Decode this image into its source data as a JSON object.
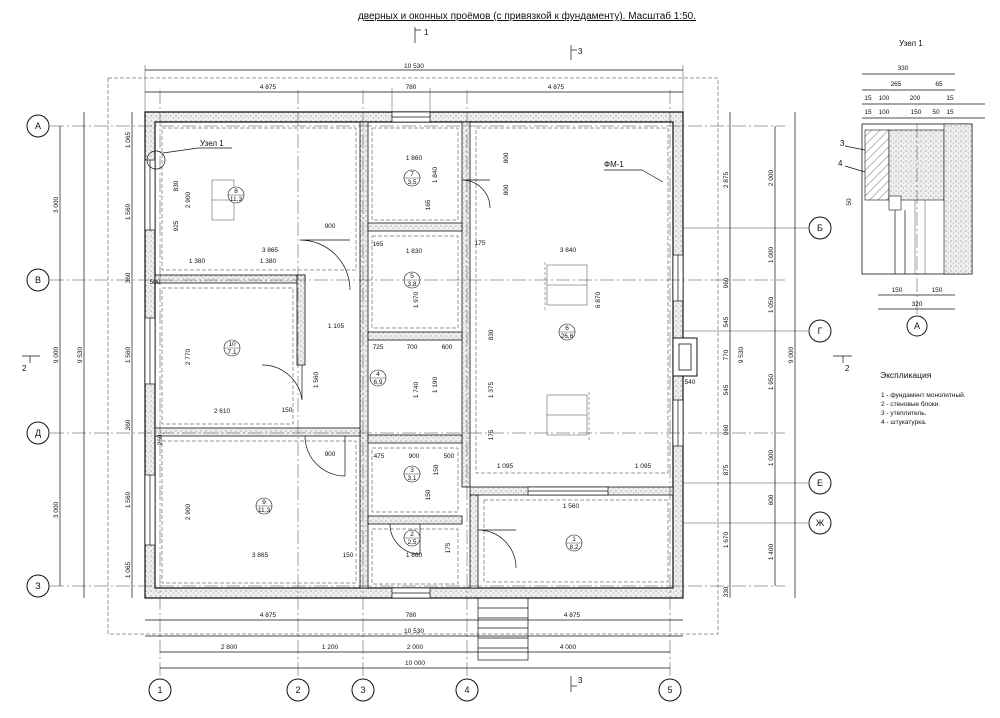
{
  "header": {
    "title": "дверных и оконных проёмов (с привязкой к фундаменту). Масштаб 1:50."
  },
  "section_marks": {
    "s1": "1",
    "s3": "3",
    "s2": "2"
  },
  "axes_letters": [
    "А",
    "В",
    "Д",
    "З",
    "Б",
    "Г",
    "Е",
    "Ж"
  ],
  "axes_numbers": [
    "1",
    "2",
    "3",
    "4",
    "5"
  ],
  "top_dims": {
    "overall": "10 530",
    "left": "4 875",
    "mid": "780",
    "right": "4 875"
  },
  "bottom_dims": {
    "left": "4 875",
    "mid": "780",
    "right": "4 875",
    "overall": "10 530",
    "d1": "2 800",
    "d2": "1 200",
    "d3": "2 000",
    "d4": "4 000",
    "axes_total": "10 000"
  },
  "left_dims": {
    "total": "9 530",
    "axes": "9 000",
    "a": "3 000",
    "b": "3 000",
    "c": "3 000",
    "s1": "1 065",
    "s2": "1 560",
    "s3": "360",
    "s4": "1 560",
    "s5": "360",
    "s6": "1 560",
    "s7": "1 065"
  },
  "right_dims": {
    "total": "9 530",
    "axes": "9 000",
    "r1": "2 875",
    "r2": "2 000",
    "r3": "1 000",
    "r4": "1 050",
    "r5": "1 950",
    "r6": "1 000",
    "r7": "600",
    "r8": "1 400",
    "w1": "960",
    "w2": "545",
    "w3": "770",
    "w4": "545",
    "w5": "960",
    "w6": "875",
    "w7": "1 670",
    "w8": "330"
  },
  "rooms": [
    {
      "num": "8",
      "area": "11,3"
    },
    {
      "num": "7",
      "area": "3,5"
    },
    {
      "num": "5",
      "area": "3,8"
    },
    {
      "num": "6",
      "area": "26,6"
    },
    {
      "num": "10",
      "area": "7,1"
    },
    {
      "num": "4",
      "area": "6,9"
    },
    {
      "num": "9",
      "area": "11,3"
    },
    {
      "num": "3",
      "area": "3,1"
    },
    {
      "num": "2",
      "area": "2,5"
    },
    {
      "num": "1",
      "area": "8,2"
    }
  ],
  "inner_dims": [
    "3 865",
    "1 380",
    "1 380",
    "900",
    "1 860",
    "1 830",
    "3 840",
    "1 105",
    "725",
    "700",
    "600",
    "2 610",
    "900",
    "475",
    "900",
    "500",
    "1 560",
    "1 095",
    "1 095",
    "3 865",
    "1 860",
    "2 900",
    "2 770",
    "2 900",
    "6 870",
    "1 375",
    "1 740",
    "1 970",
    "1 840",
    "150",
    "150",
    "165",
    "165",
    "175",
    "830",
    "830",
    "925",
    "800",
    "800",
    "1 560",
    "150",
    "150",
    "1 190",
    "175",
    "175",
    "260",
    "540",
    "500"
  ],
  "callouts": {
    "uzel": "Узел 1",
    "fm": "ФМ-1"
  },
  "detail": {
    "title": "Узел 1",
    "d_total": "330",
    "d1": "265",
    "d2": "65",
    "p1": "15",
    "p2": "100",
    "p3": "200",
    "p4": "15",
    "q1": "15",
    "q2": "100",
    "q3": "150",
    "q4": "50",
    "q5": "15",
    "b1": "150",
    "b2": "150",
    "b_total": "320",
    "axis": "А",
    "v1": "50",
    "marks": [
      "3",
      "4"
    ]
  },
  "legend": {
    "title": "Экспликация",
    "items": [
      "1 - фундамент монолитный.",
      "2 - стеновые блоки.",
      "3 - утеплитель.",
      "4 - штукатурка."
    ]
  }
}
